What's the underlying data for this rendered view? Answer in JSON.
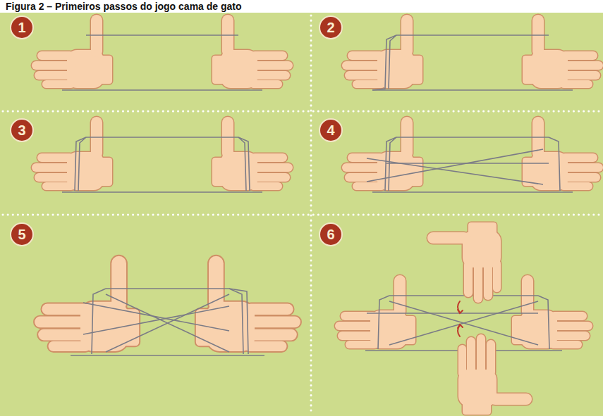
{
  "diagram": {
    "title": "Figura 2 – Primeiros passos do jogo cama de gato",
    "nodes": [
      {
        "text": [
          "1"
        ]
      },
      {
        "text": [
          "2"
        ]
      },
      {
        "text": [
          "3"
        ]
      },
      {
        "text": [
          "4"
        ]
      },
      {
        "text": [
          "5"
        ]
      },
      {
        "text": [
          "6"
        ]
      }
    ]
  }
}
